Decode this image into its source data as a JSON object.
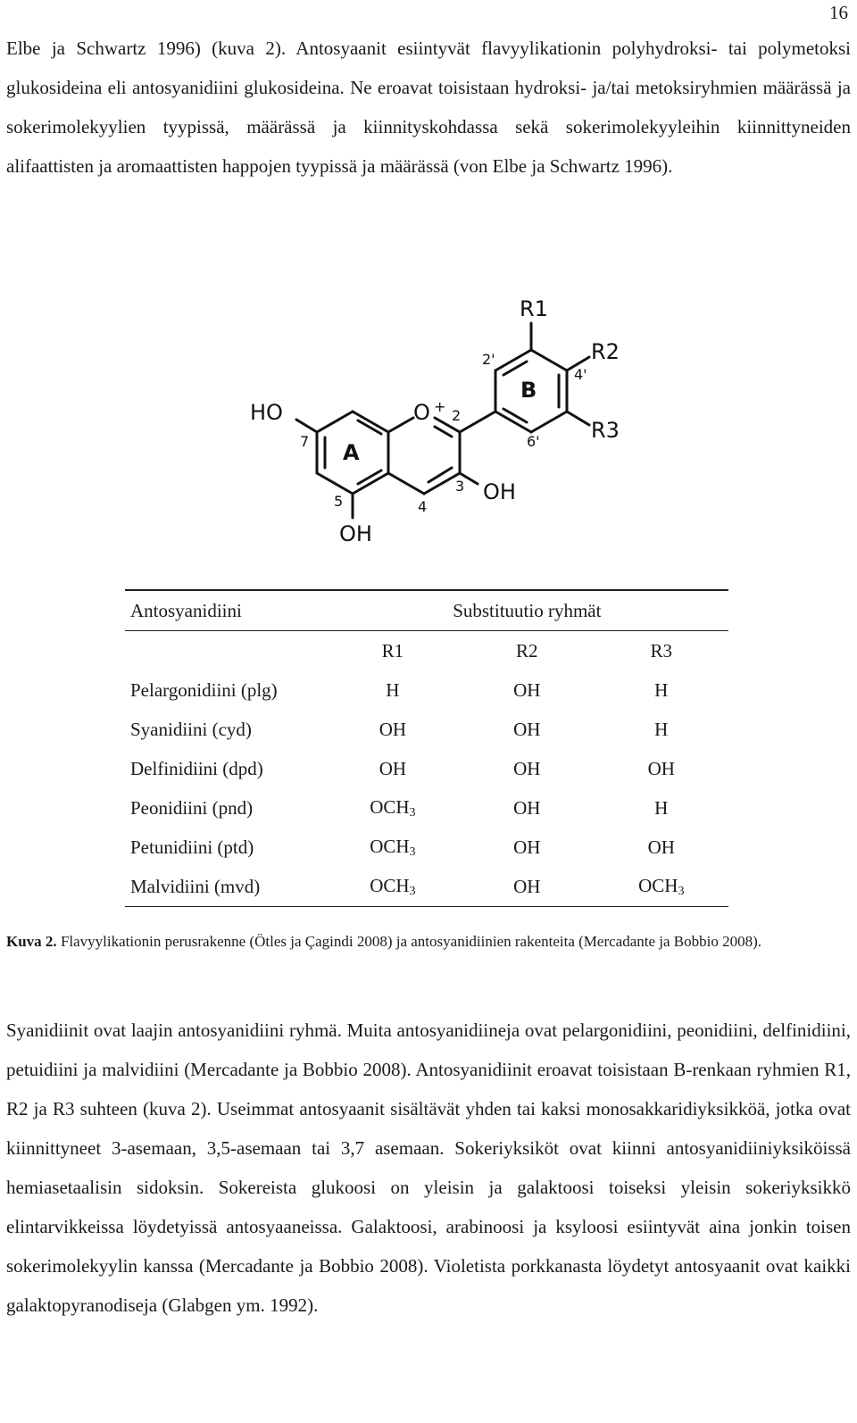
{
  "page": {
    "number": "16"
  },
  "paragraph1": "Elbe ja Schwartz 1996) (kuva 2). Antosyaanit esiintyvät flavyylikationin polyhydroksi- tai polymetoksi glukosideina eli antosyanidiini glukosideina. Ne eroavat toisistaan hydroksi- ja/tai metoksiryhmien määrässä ja sokerimolekyylien tyypissä, määrässä ja kiinnityskohdassa sekä sokerimolekyyleihin kiinnittyneiden alifaattisten ja aromaattisten happojen tyypissä ja määrässä (von Elbe ja Schwartz 1996).",
  "structure": {
    "labels": {
      "r1": "R1",
      "r2": "R2",
      "r3": "R3",
      "pos2p": "2'",
      "pos4p": "4'",
      "pos6p": "6'",
      "ring_b": "B",
      "ring_a": "A",
      "ho7": "HO",
      "pos7": "7",
      "oxygen": "O",
      "plus": "+",
      "pos2": "2",
      "pos3": "3",
      "oh3": "OH",
      "pos4": "4",
      "pos5": "5",
      "oh5": "OH"
    }
  },
  "table": {
    "col1_header": "Antosyanidiini",
    "group_header": "Substituutio ryhmät",
    "sub_headers": [
      "R1",
      "R2",
      "R3"
    ],
    "rows": [
      {
        "name": "Pelargonidiini (plg)",
        "r1": "H",
        "r2": "OH",
        "r3": "H"
      },
      {
        "name": "Syanidiini (cyd)",
        "r1": "OH",
        "r2": "OH",
        "r3": "H"
      },
      {
        "name": "Delfinidiini (dpd)",
        "r1": "OH",
        "r2": "OH",
        "r3": "OH"
      },
      {
        "name": "Peonidiini (pnd)",
        "r1": "OCH",
        "r1_sub": "3",
        "r2": "OH",
        "r3": "H"
      },
      {
        "name": "Petunidiini (ptd)",
        "r1": "OCH",
        "r1_sub": "3",
        "r2": "OH",
        "r3": "OH"
      },
      {
        "name": "Malvidiini (mvd)",
        "r1": "OCH",
        "r1_sub": "3",
        "r2": "OH",
        "r3": "OCH",
        "r3_sub": "3"
      }
    ]
  },
  "caption": {
    "label": "Kuva 2.",
    "text": " Flavyylikationin perusrakenne (Ötles ja Çagindi 2008) ja antosyanidiinien rakenteita (Mercadante ja Bobbio 2008)."
  },
  "paragraph2": "Syanidiinit ovat laajin antosyanidiini ryhmä. Muita antosyanidiineja ovat pelargonidiini, peonidiini, delfinidiini, petuidiini ja malvidiini (Mercadante ja Bobbio 2008). Antosyanidiinit eroavat toisistaan B-renkaan ryhmien R1, R2 ja R3 suhteen (kuva 2). Useimmat antosyaanit sisältävät yhden tai kaksi monosakkaridiyksikköä, jotka ovat kiinnittyneet 3-asemaan, 3,5-asemaan tai 3,7 asemaan. Sokeriyksiköt ovat kiinni antosyanidiiniyksiköissä hemiasetaalisin sidoksin. Sokereista glukoosi on yleisin ja galaktoosi toiseksi yleisin sokeriyksikkö elintarvikkeissa löydetyissä antosyaaneissa. Galaktoosi, arabinoosi ja ksyloosi esiintyvät aina jonkin toisen sokerimolekyylin kanssa (Mercadante ja Bobbio 2008). Violetista porkkanasta löydetyt antosyaanit ovat kaikki galaktopyranodiseja (Glabgen ym. 1992)."
}
